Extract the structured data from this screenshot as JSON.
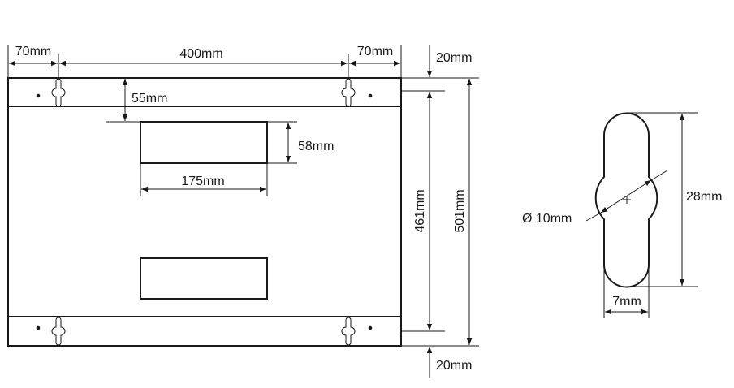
{
  "dimensions": {
    "left_margin": "70mm",
    "center_span": "400mm",
    "right_margin": "70mm",
    "top_rail": "20mm",
    "cutout_offset": "55mm",
    "cutout_height": "58mm",
    "cutout_width": "175mm",
    "inner_height": "461mm",
    "total_height": "501mm",
    "bottom_rail": "20mm"
  },
  "slot_detail": {
    "diameter": "Ø 10mm",
    "height": "28mm",
    "width": "7mm"
  }
}
